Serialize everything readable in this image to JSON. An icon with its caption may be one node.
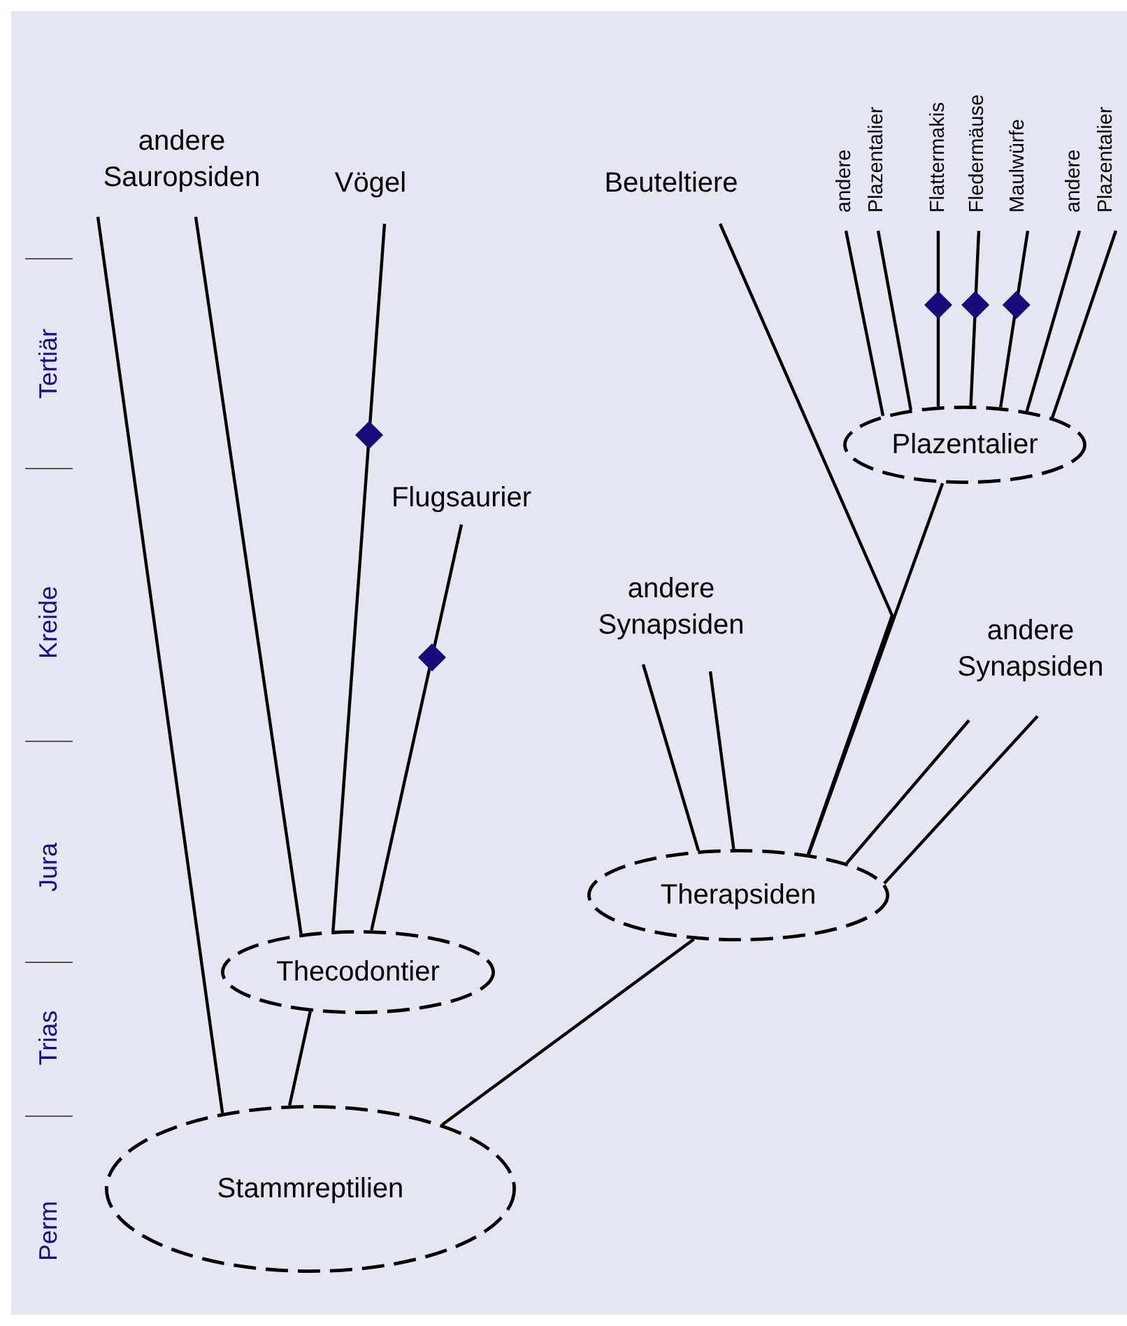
{
  "diagram": {
    "nodes": [
      {
        "text": [
          "andere Sauropsiden"
        ]
      },
      {
        "text": [
          "Vögel"
        ]
      },
      {
        "text": [
          "Flugsaurier"
        ]
      },
      {
        "text": [
          "Beuteltiere"
        ]
      },
      {
        "text": [
          "andere Plazentalier"
        ]
      },
      {
        "text": [
          "Flattermakis"
        ]
      },
      {
        "text": [
          "Fledermäuse"
        ]
      },
      {
        "text": [
          "Maulwürfe"
        ]
      },
      {
        "text": [
          "andere Plazentalier"
        ]
      },
      {
        "text": [
          "Plazentalier"
        ]
      },
      {
        "text": [
          "andere Synapsiden"
        ]
      },
      {
        "text": [
          "andere Synapsiden"
        ]
      },
      {
        "text": [
          "Therapsiden"
        ]
      },
      {
        "text": [
          "Thecodontier"
        ]
      },
      {
        "text": [
          "Stammreptilien"
        ]
      }
    ],
    "edges": [
      {
        "from": 0,
        "to": 14,
        "arrow": "none"
      },
      {
        "from": 0,
        "to": 13,
        "arrow": "none"
      },
      {
        "from": 1,
        "to": 13,
        "arrow": "none"
      },
      {
        "from": 2,
        "to": 13,
        "arrow": "none"
      },
      {
        "from": 13,
        "to": 14,
        "arrow": "none"
      },
      {
        "from": 3,
        "to": 12,
        "arrow": "none"
      },
      {
        "from": 4,
        "to": 9,
        "arrow": "none"
      },
      {
        "from": 4,
        "to": 9,
        "arrow": "none"
      },
      {
        "from": 5,
        "to": 9,
        "arrow": "none"
      },
      {
        "from": 6,
        "to": 9,
        "arrow": "none"
      },
      {
        "from": 7,
        "to": 9,
        "arrow": "none"
      },
      {
        "from": 8,
        "to": 9,
        "arrow": "none"
      },
      {
        "from": 8,
        "to": 9,
        "arrow": "none"
      },
      {
        "from": 9,
        "to": 12,
        "arrow": "none"
      },
      {
        "from": 10,
        "to": 12,
        "arrow": "none"
      },
      {
        "from": 10,
        "to": 12,
        "arrow": "none"
      },
      {
        "from": 11,
        "to": 12,
        "arrow": "none"
      },
      {
        "from": 11,
        "to": 12,
        "arrow": "none"
      },
      {
        "from": 12,
        "to": 14,
        "arrow": "none"
      }
    ],
    "labels": [
      "Tertiär",
      "Kreide",
      "Jura",
      "Trias",
      "Perm"
    ]
  }
}
